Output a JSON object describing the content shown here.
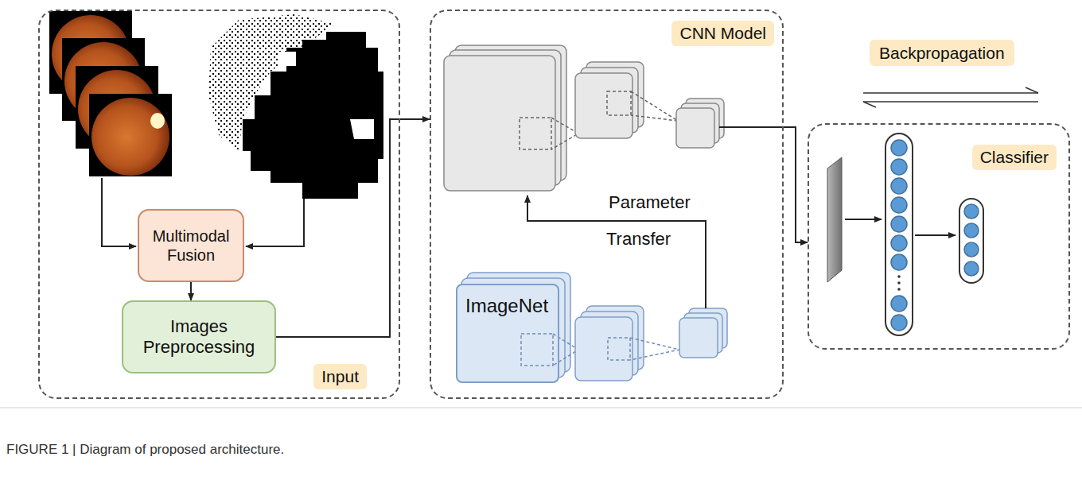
{
  "diagram": {
    "caption": "FIGURE 1 | Diagram of proposed architecture.",
    "nodes": [
      {
        "text": [
          "Input"
        ]
      },
      {
        "text": [
          "Multimodal Fusion"
        ],
        "in": 0
      },
      {
        "text": [
          "Images Preprocessing"
        ],
        "in": 0
      },
      {
        "text": [
          "CNN Model"
        ]
      },
      {
        "text": [
          "ImageNet"
        ],
        "in": 3
      },
      {
        "text": [
          "Backpropagation"
        ]
      },
      {
        "text": [
          "Classifier"
        ]
      }
    ],
    "edges": [
      {
        "from": 1,
        "to": 2,
        "arrow": "to"
      },
      {
        "from": 2,
        "to": 3,
        "arrow": "to"
      },
      {
        "from": 3,
        "to": 6,
        "arrow": "to"
      }
    ],
    "labels": [
      "Parameter",
      "Transfer"
    ]
  }
}
